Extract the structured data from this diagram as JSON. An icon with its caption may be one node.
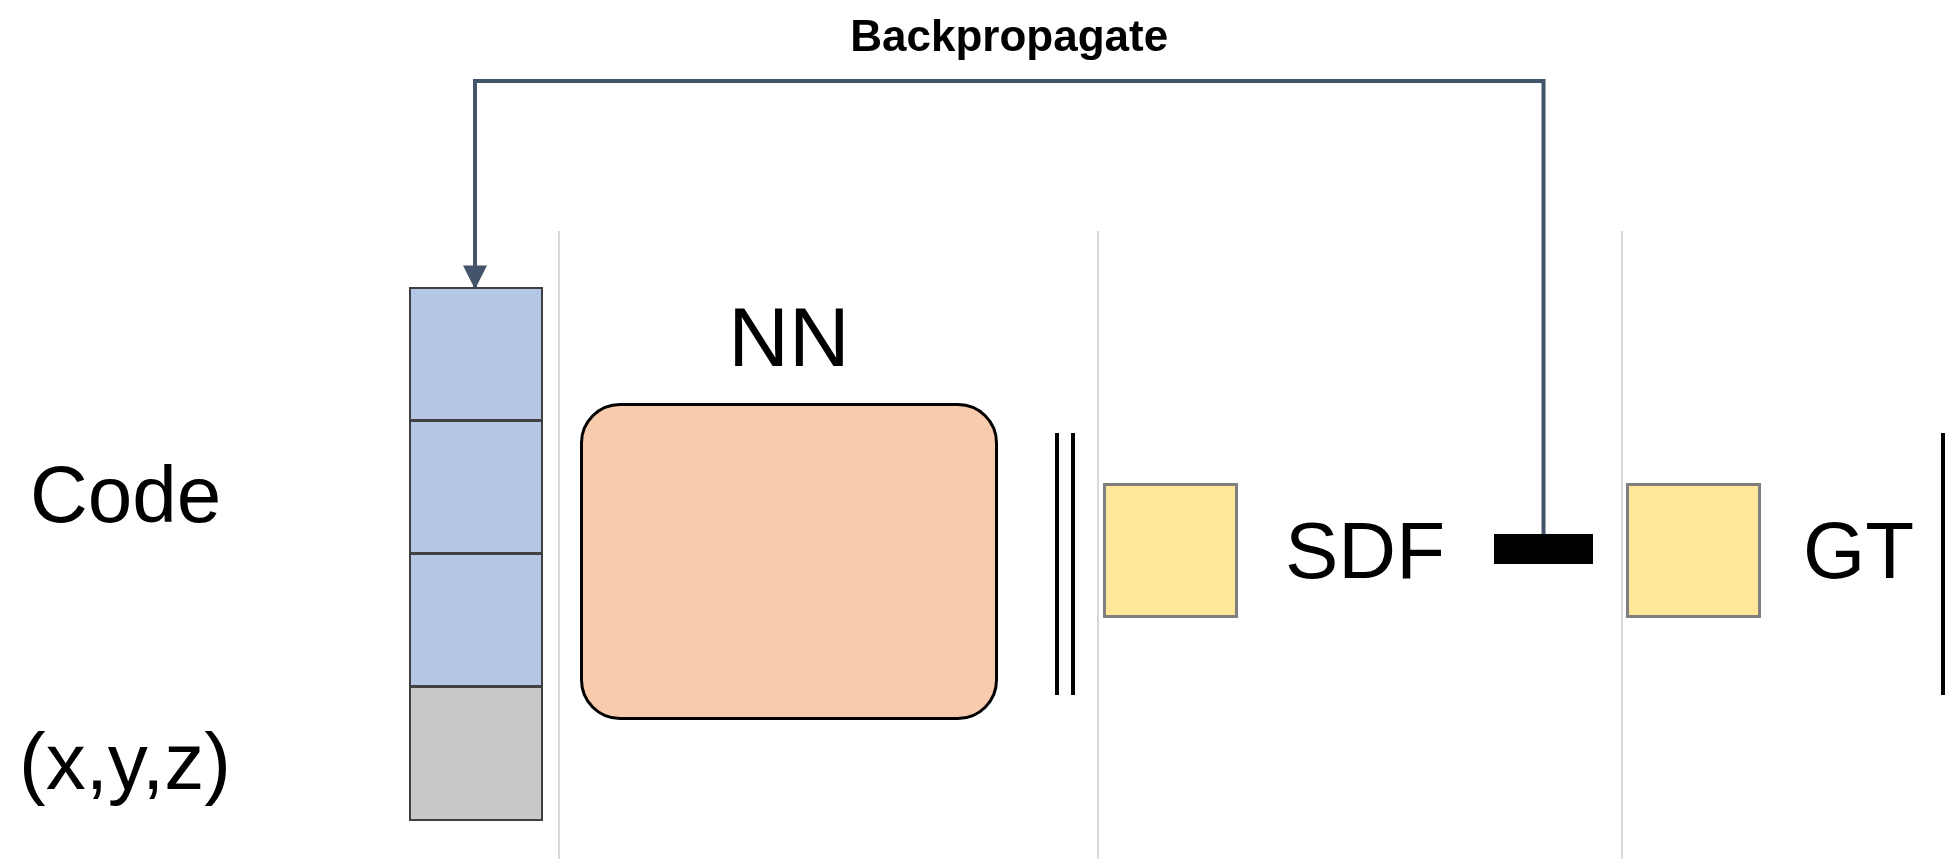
{
  "diagram": {
    "nodes": [
      {
        "text": [],
        "shape": "box"
      },
      {
        "text": [],
        "shape": "box"
      },
      {
        "text": [],
        "shape": "box"
      },
      {
        "text": [],
        "shape": "box"
      },
      {
        "text": [
          "NN"
        ]
      },
      {
        "text": [],
        "shape": "box",
        "beside": [
          "SDF"
        ]
      },
      {
        "text": [],
        "shape": "bar"
      },
      {
        "text": [],
        "shape": "box",
        "beside": [
          "GT"
        ]
      }
    ],
    "edges": [
      {
        "from": 6,
        "to": 0,
        "arrow": "to",
        "label": "Backpropagate"
      }
    ],
    "labels": [
      "Code",
      "(x,y,z)"
    ]
  }
}
